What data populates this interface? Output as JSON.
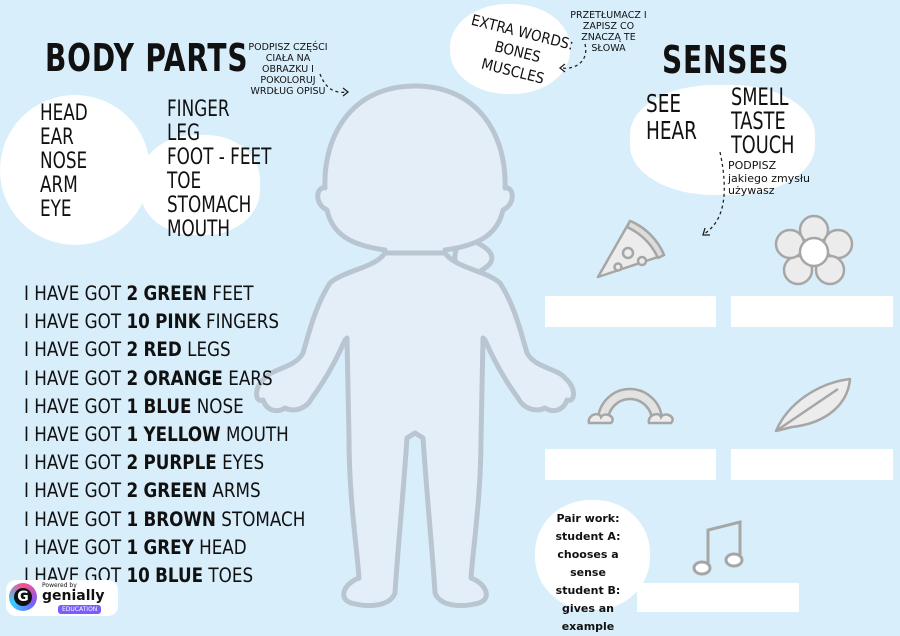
{
  "left": {
    "title": "BODY PARTS",
    "col1": [
      "HEAD",
      "EAR",
      "NOSE",
      "ARM",
      "EYE"
    ],
    "col2": [
      "FINGER",
      "LEG",
      "FOOT - FEET",
      "TOE",
      "STOMACH",
      "MOUTH"
    ]
  },
  "instructions": {
    "label": [
      "PODPISZ CZĘŚCI",
      "CIAŁA NA",
      "OBRAZKU I",
      "POKOLORUJ",
      "WRDŁUG OPISU"
    ]
  },
  "extra": {
    "words": [
      "EXTRA WORDS:",
      "BONES",
      "MUSCLES"
    ],
    "translate": [
      "PRZETŁUMACZ I",
      "ZAPISZ CO",
      "ZNACZĄ TE",
      "SŁOWA"
    ]
  },
  "senses": {
    "title": "SENSES",
    "col1": [
      "SEE",
      "HEAR"
    ],
    "col2": [
      "SMELL",
      "TASTE",
      "TOUCH"
    ],
    "hint": [
      "PODPISZ",
      "jakiego zmysłu",
      "używasz"
    ]
  },
  "sentences": [
    {
      "prefix": "I HAVE GOT",
      "number": "2",
      "color": "GREEN",
      "part": "FEET",
      "hex": "#2e7d32"
    },
    {
      "prefix": "I HAVE GOT",
      "number": "10",
      "color": "PINK",
      "part": "FINGERS",
      "hex": "#d81b60"
    },
    {
      "prefix": "I HAVE GOT",
      "number": "2",
      "color": "RED",
      "part": "LEGS",
      "hex": "#c62828"
    },
    {
      "prefix": "I HAVE GOT",
      "number": "2",
      "color": "ORANGE",
      "part": "EARS",
      "hex": "#ef6c00"
    },
    {
      "prefix": "I HAVE GOT",
      "number": "1",
      "color": "BLUE",
      "part": "NOSE",
      "hex": "#1565c0"
    },
    {
      "prefix": "I HAVE GOT",
      "number": "1",
      "color": "YELLOW",
      "part": "MOUTH",
      "hex": "#f9a825"
    },
    {
      "prefix": "I HAVE GOT",
      "number": "2",
      "color": "PURPLE",
      "part": "EYES",
      "hex": "#6a1b9a"
    },
    {
      "prefix": "I HAVE GOT",
      "number": "2",
      "color": "GREEN",
      "part": "ARMS",
      "hex": "#2e7d32"
    },
    {
      "prefix": "I HAVE GOT",
      "number": "1",
      "color": "BROWN",
      "part": "STOMACH",
      "hex": "#5d4037"
    },
    {
      "prefix": "I HAVE GOT",
      "number": "1",
      "color": "GREY",
      "part": "HEAD",
      "hex": "#757575"
    },
    {
      "prefix": "I HAVE GOT",
      "number": "10",
      "color": "BLUE",
      "part": "TOES",
      "hex": "#1565c0"
    }
  ],
  "pair_work": [
    "Pair work:",
    "student A:",
    "chooses a sense",
    "student B:",
    "gives an example"
  ],
  "brand": {
    "powered": "Powered by",
    "name": "genially",
    "badge": "EDUCATION"
  },
  "icons": [
    "pizza-icon",
    "flower-icon",
    "rainbow-icon",
    "feather-icon",
    "music-note-icon"
  ]
}
